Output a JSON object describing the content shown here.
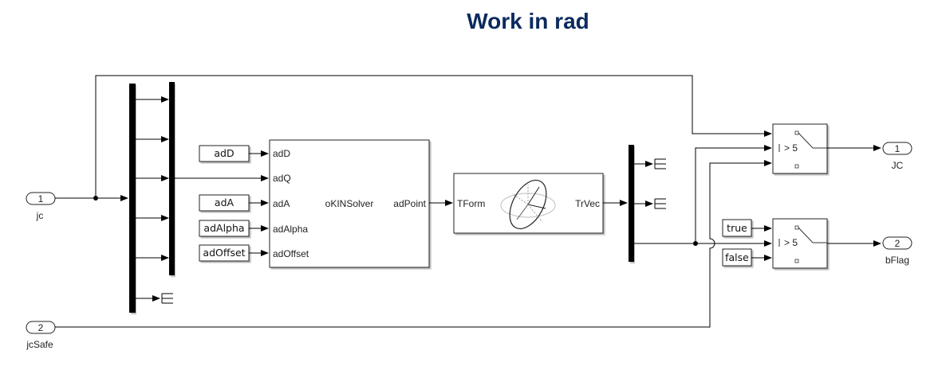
{
  "title": "Work in rad",
  "inports": [
    {
      "number": "1",
      "name": "jc"
    },
    {
      "number": "2",
      "name": "jcSafe"
    }
  ],
  "outports": [
    {
      "number": "1",
      "name": "JC"
    },
    {
      "number": "2",
      "name": "bFlag"
    }
  ],
  "constants": {
    "adD": "adD",
    "adA": "adA",
    "adAlpha": "adAlpha",
    "adOffset": "adOffset",
    "true": "true",
    "false": "false"
  },
  "solver": {
    "name": "oKINSolver",
    "ports_in": [
      "adD",
      "adQ",
      "adA",
      "adAlpha",
      "adOffset"
    ],
    "port_out": "adPoint"
  },
  "tform": {
    "port_in": "TForm",
    "port_out": "TrVec"
  },
  "switches": [
    {
      "threshold": "> 5"
    },
    {
      "threshold": "> 5"
    }
  ],
  "colors": {
    "title": "#0b2a5e",
    "line": "#000000"
  }
}
